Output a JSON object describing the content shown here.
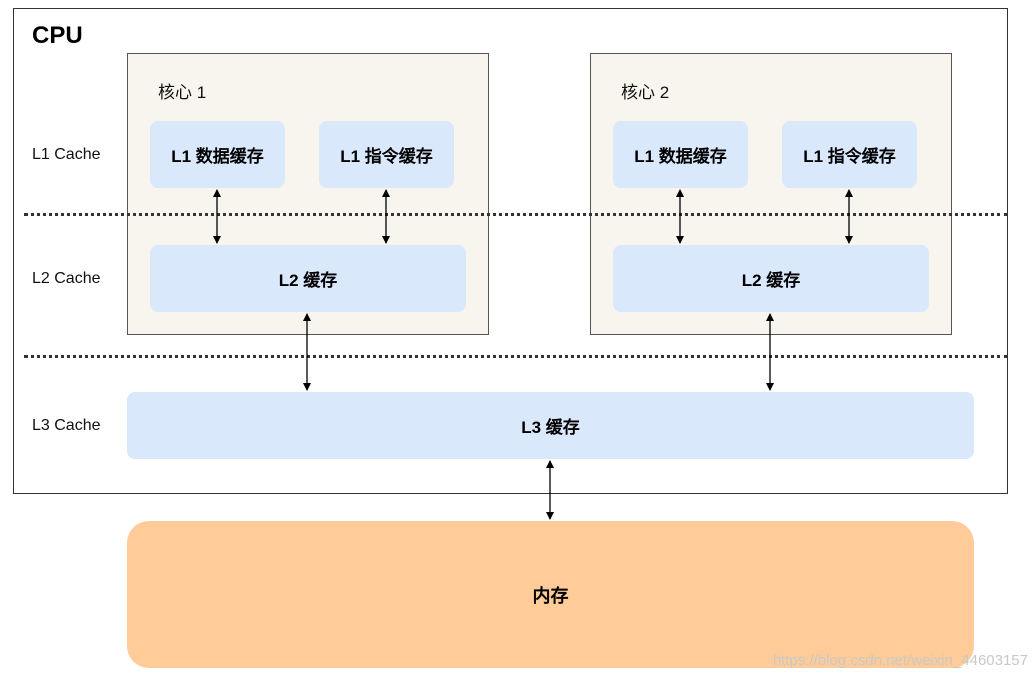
{
  "cpu": {
    "title": "CPU"
  },
  "levels": {
    "l1": "L1 Cache",
    "l2": "L2 Cache",
    "l3": "L3 Cache"
  },
  "cores": [
    {
      "label": "核心 1",
      "l1_data": "L1 数据缓存",
      "l1_inst": "L1 指令缓存",
      "l2": "L2 缓存"
    },
    {
      "label": "核心 2",
      "l1_data": "L1 数据缓存",
      "l1_inst": "L1 指令缓存",
      "l2": "L2 缓存"
    }
  ],
  "l3": {
    "label": "L3 缓存"
  },
  "memory": {
    "label": "内存"
  },
  "watermark": "https://blog.csdn.net/weixin_44603157",
  "colors": {
    "cache_box": "#dae8fc",
    "core_bg": "#f7f5ee",
    "memory": "#ffcc99"
  }
}
